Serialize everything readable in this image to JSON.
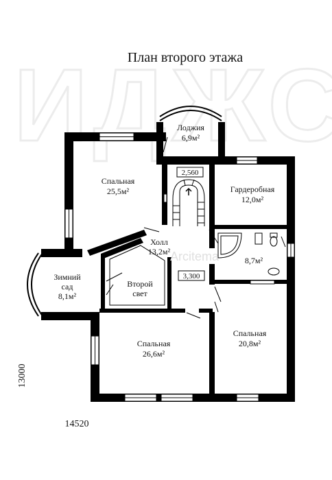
{
  "title": "План второго этажа",
  "watermark": "ИДЖСТР",
  "center_watermark": "Arcitema",
  "rooms": {
    "loggia": {
      "name": "Лоджия",
      "area": "6,9м²"
    },
    "bedroom_nw": {
      "name": "Спальная",
      "area": "25,5м²"
    },
    "wardrobe": {
      "name": "Гардеробная",
      "area": "12,0м²"
    },
    "hall": {
      "name": "Холл",
      "area": "13,2м²"
    },
    "bathroom": {
      "area": "8,7м²"
    },
    "winter_garden": {
      "name1": "Зимний",
      "name2": "сад",
      "area": "8,1м²"
    },
    "second_light": {
      "name1": "Второй",
      "name2": "свет"
    },
    "bedroom_s": {
      "name": "Спальная",
      "area": "26,6м²"
    },
    "bedroom_se": {
      "name": "Спальная",
      "area": "20,8м²"
    }
  },
  "level_marks": [
    "2,560",
    "3,300"
  ],
  "dimensions": {
    "width": "14520",
    "height": "13000"
  },
  "colors": {
    "wall": "#000000",
    "fixture": "#555555",
    "background": "#ffffff"
  }
}
